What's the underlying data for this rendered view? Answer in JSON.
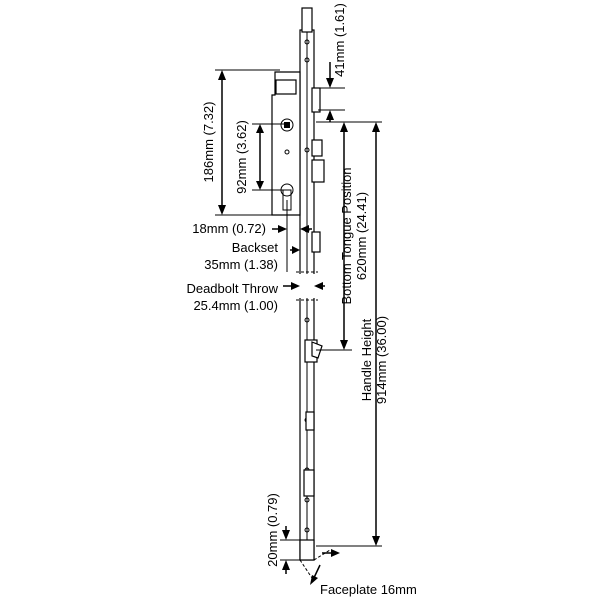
{
  "diagram": {
    "title": "Multipoint lock dimension diagram",
    "dimensions": {
      "top_offset": "41mm (1.61)",
      "pz_height": "186mm (7.32)",
      "pz_distance": "92mm (3.62)",
      "cylinder_offset": "18mm (0.72)",
      "backset_label": "Backset",
      "backset_value": "35mm (1.38)",
      "deadbolt_label": "Deadbolt Throw",
      "deadbolt_value": "25.4mm (1.00)",
      "tongue_label": "Bottom Tongue Position",
      "tongue_value": "620mm (24.41)",
      "handle_label": "Handle Height",
      "handle_value": "914mm (36.00)",
      "bottom_offset": "20mm (0.79)",
      "faceplate": "Faceplate 16mm"
    },
    "colors": {
      "ink": "#000000",
      "paper": "#ffffff"
    }
  }
}
